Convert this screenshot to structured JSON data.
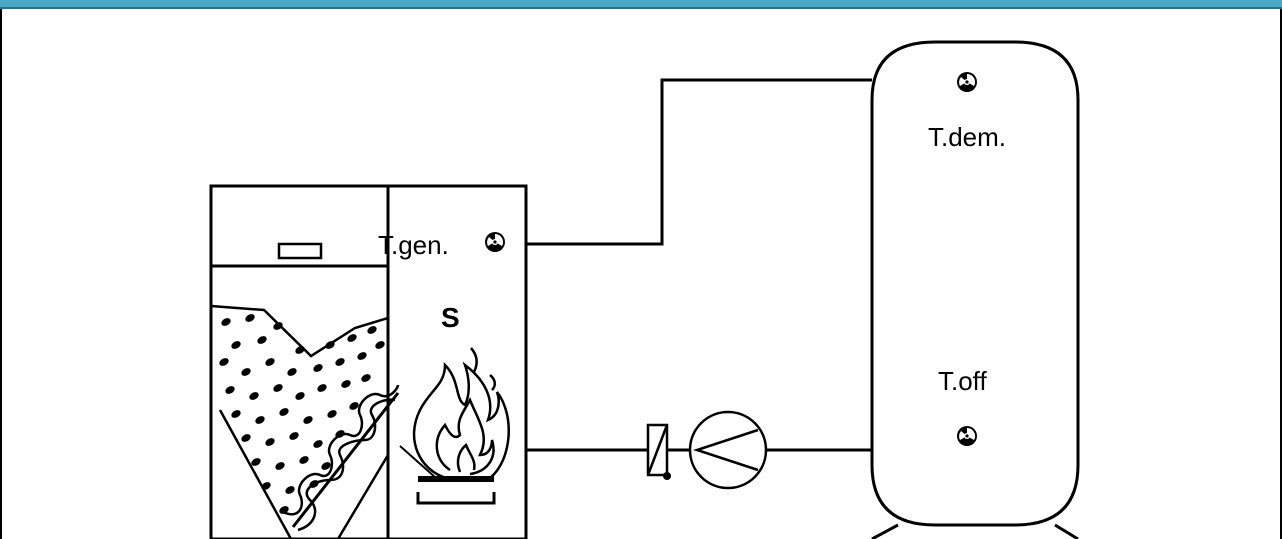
{
  "labels": {
    "t_gen": "T.gen.",
    "t_dem": "T.dem.",
    "t_off": "T.off",
    "s": "S"
  },
  "colors": {
    "header": "#4aaac6",
    "line": "#000000",
    "background": "#ffffff"
  },
  "icons": [
    "temperature-sensor-icon",
    "pump-icon",
    "check-valve-icon",
    "flame-icon",
    "auger-icon"
  ]
}
